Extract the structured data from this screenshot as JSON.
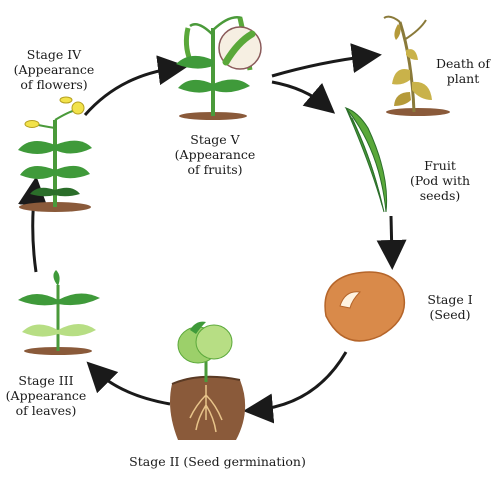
{
  "labels": {
    "stage4": "Stage IV\n(Appearance\nof flowers)",
    "stage5": "Stage V (Appearance\nof fruits)",
    "death": "Death of\nplant",
    "fruit": "Fruit\n(Pod with\nseeds)",
    "stage1": "Stage I\n(Seed)",
    "stage2": "Stage II (Seed germination)",
    "stage3": "Stage III\n(Appearance\nof leaves)"
  },
  "colors": {
    "leaf": "#3f9a3a",
    "leaf_dark": "#2b6e2a",
    "stem": "#4a9a3a",
    "soil": "#8a5a3a",
    "soil_dark": "#5a3a24",
    "seed": "#d98a4a",
    "seed_dark": "#b5652a",
    "pod": "#5aa83a",
    "flower": "#f2e24a",
    "dead_leaf": "#c9b24a",
    "arrow": "#1a1a1a"
  }
}
